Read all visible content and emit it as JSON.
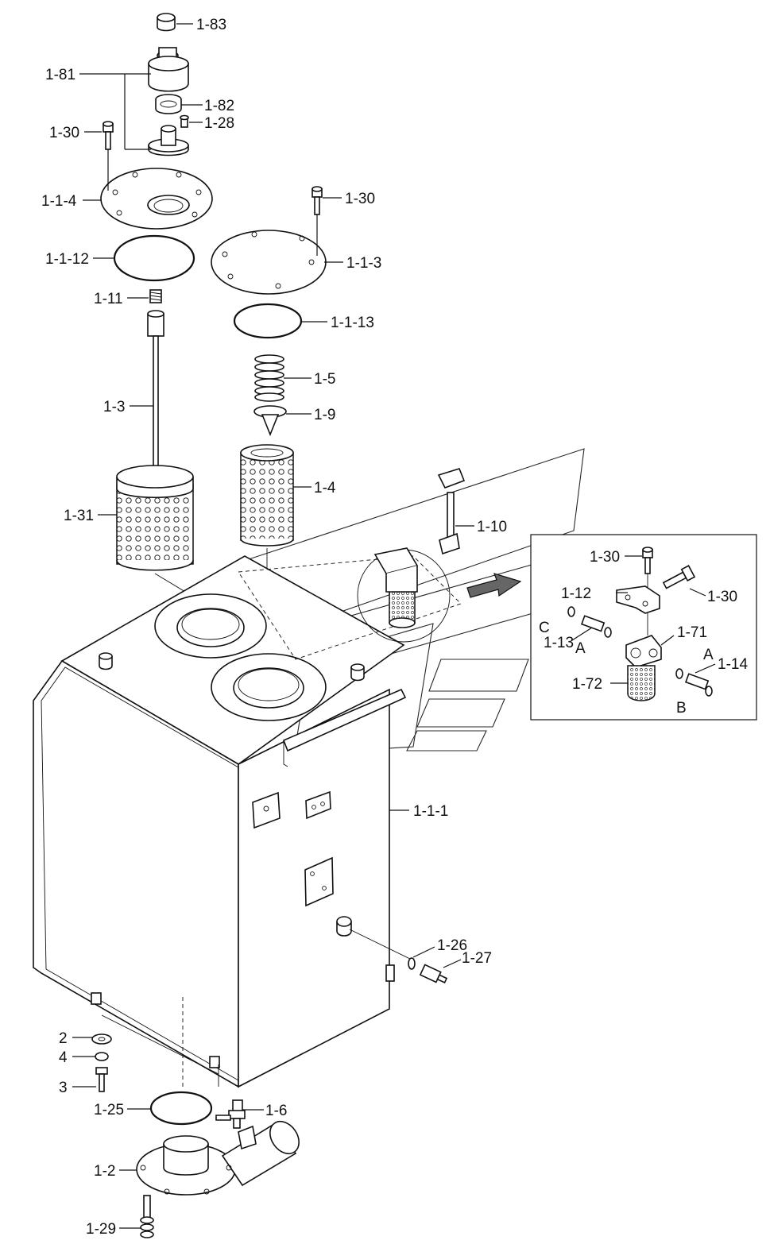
{
  "diagram": {
    "callouts": [
      {
        "id": "c-1-83",
        "text": "1-83"
      },
      {
        "id": "c-1-81",
        "text": "1-81"
      },
      {
        "id": "c-1-82",
        "text": "1-82"
      },
      {
        "id": "c-1-28",
        "text": "1-28"
      },
      {
        "id": "c-1-30a",
        "text": "1-30"
      },
      {
        "id": "c-1-1-4",
        "text": "1-1-4"
      },
      {
        "id": "c-1-30b",
        "text": "1-30"
      },
      {
        "id": "c-1-1-12",
        "text": "1-1-12"
      },
      {
        "id": "c-1-1-3",
        "text": "1-1-3"
      },
      {
        "id": "c-1-11",
        "text": "1-11"
      },
      {
        "id": "c-1-1-13",
        "text": "1-1-13"
      },
      {
        "id": "c-1-5",
        "text": "1-5"
      },
      {
        "id": "c-1-3",
        "text": "1-3"
      },
      {
        "id": "c-1-9",
        "text": "1-9"
      },
      {
        "id": "c-1-4",
        "text": "1-4"
      },
      {
        "id": "c-1-31",
        "text": "1-31"
      },
      {
        "id": "c-1-10",
        "text": "1-10"
      },
      {
        "id": "c-1-30c",
        "text": "1-30"
      },
      {
        "id": "c-1-12",
        "text": "1-12"
      },
      {
        "id": "c-1-30d",
        "text": "1-30"
      },
      {
        "id": "c-C",
        "text": "C"
      },
      {
        "id": "c-1-71",
        "text": "1-71"
      },
      {
        "id": "c-1-13",
        "text": "1-13"
      },
      {
        "id": "c-A1",
        "text": "A"
      },
      {
        "id": "c-A2",
        "text": "A"
      },
      {
        "id": "c-1-14",
        "text": "1-14"
      },
      {
        "id": "c-1-72",
        "text": "1-72"
      },
      {
        "id": "c-B",
        "text": "B"
      },
      {
        "id": "c-1-1-1",
        "text": "1-1-1"
      },
      {
        "id": "c-1-26",
        "text": "1-26"
      },
      {
        "id": "c-1-27",
        "text": "1-27"
      },
      {
        "id": "c-2",
        "text": "2"
      },
      {
        "id": "c-4",
        "text": "4"
      },
      {
        "id": "c-3",
        "text": "3"
      },
      {
        "id": "c-1-25",
        "text": "1-25"
      },
      {
        "id": "c-1-6",
        "text": "1-6"
      },
      {
        "id": "c-1-2",
        "text": "1-2"
      },
      {
        "id": "c-1-29",
        "text": "1-29"
      }
    ]
  }
}
